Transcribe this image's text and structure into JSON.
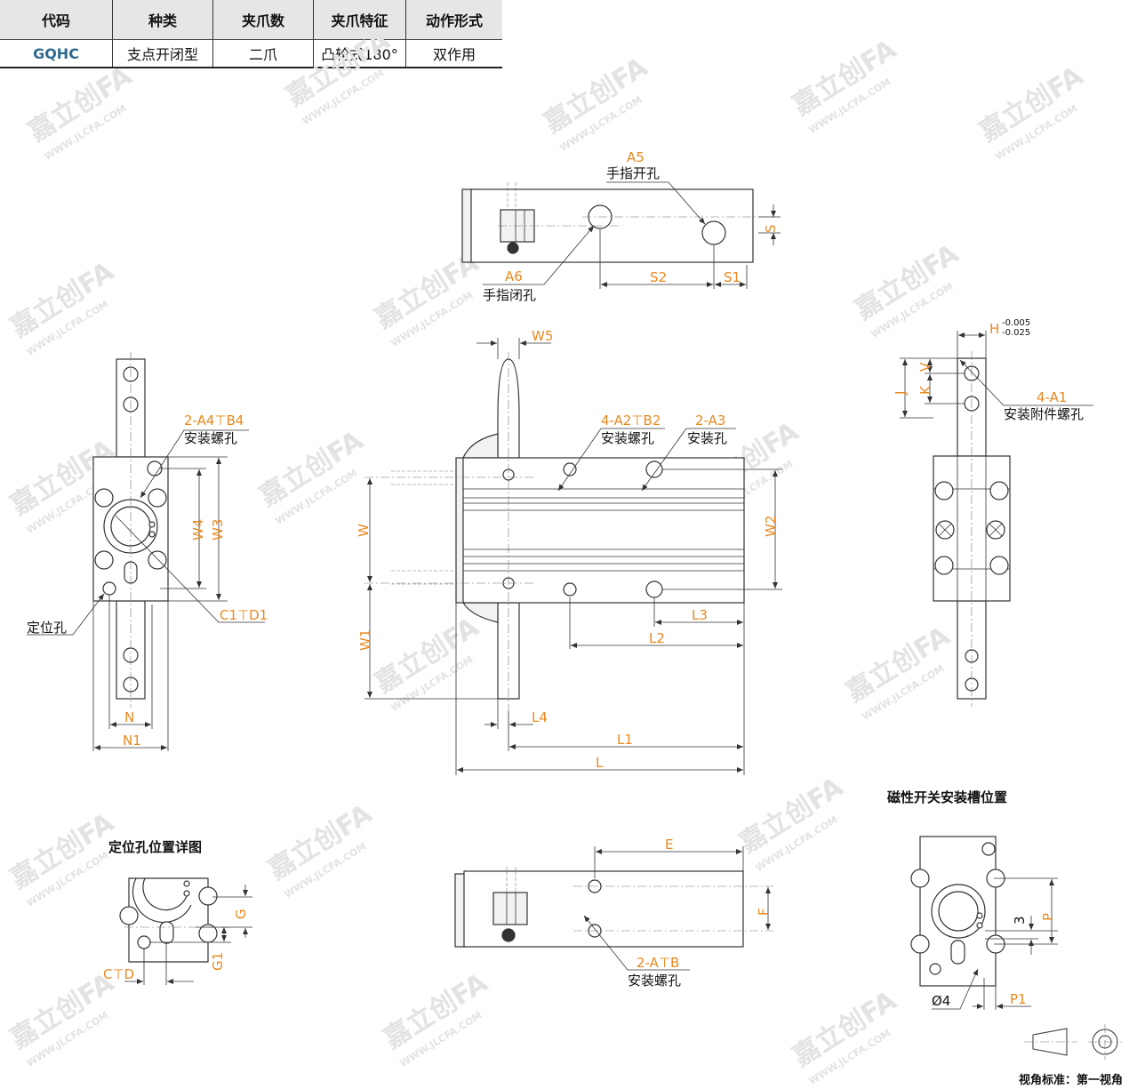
{
  "spec_table": {
    "headers": [
      "代码",
      "种类",
      "夹爪数",
      "夹爪特征",
      "动作形式"
    ],
    "row": [
      "GQHC",
      "支点开闭型",
      "二爪",
      "凸轮式180°",
      "双作用"
    ]
  },
  "watermark": {
    "brand_cn": "嘉立创FA",
    "url": "WWW.JLCFA.COM"
  },
  "top_view": {
    "label_a5": "A5",
    "label_open_hole": "手指开孔",
    "label_a6": "A6",
    "label_close_hole": "手指闭孔",
    "dim_s": "S",
    "dim_s1": "S1",
    "dim_s2": "S2"
  },
  "left_view": {
    "label_mount": "2-A4⊤B4",
    "label_mount_text": "安装螺孔",
    "label_cd": "C1⊤D1",
    "label_locating": "定位孔",
    "dim_w3": "W3",
    "dim_w4": "W4",
    "dim_n": "N",
    "dim_n1": "N1"
  },
  "front_view": {
    "dim_w5": "W5",
    "label_a2b2": "4-A2⊤B2",
    "label_a2b2_text": "安装螺孔",
    "label_a3": "2-A3",
    "label_a3_text": "安装孔",
    "dim_w": "W",
    "dim_w1": "W1",
    "dim_w2": "W2",
    "dim_l": "L",
    "dim_l1": "L1",
    "dim_l2": "L2",
    "dim_l3": "L3",
    "dim_l4": "L4"
  },
  "right_view": {
    "dim_h": "H",
    "tol_upper": "-0.005",
    "tol_lower": "-0.025",
    "dim_j": "J",
    "dim_k": "K",
    "dim_v": "V",
    "label_a1": "4-A1",
    "label_a1_text": "安装附件螺孔"
  },
  "detail_view": {
    "title": "定位孔位置详图",
    "dim_g": "G",
    "dim_g1": "G1",
    "label_cd": "C⊤D"
  },
  "bottom_view": {
    "dim_e": "E",
    "dim_f": "F",
    "label_ab": "2-A⊤B",
    "label_ab_text": "安装螺孔"
  },
  "switch_view": {
    "title": "磁性开关安装槽位置",
    "dim_p": "P",
    "dim_p1": "P1",
    "dim_3": "3",
    "dim_dia4": "Ø4"
  },
  "projection": {
    "label": "视角标准：第一视角"
  }
}
